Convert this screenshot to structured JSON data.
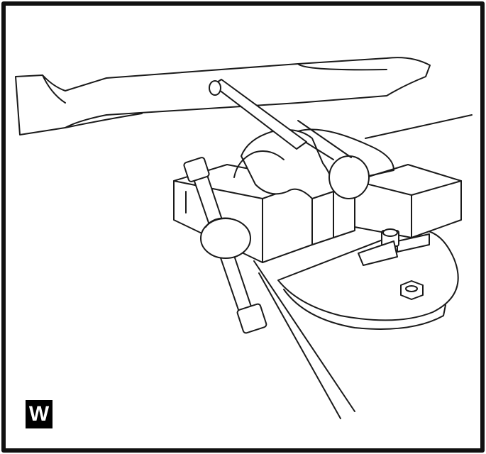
{
  "figure": {
    "label": "W",
    "colors": {
      "stroke": "#1a1a1a",
      "fill": "#ffffff",
      "frame": "#111111",
      "label_bg": "#000000",
      "label_text": "#ffffff"
    },
    "parts": [
      "mower-blade",
      "pipe-handle",
      "bench-vise",
      "vise-jaws",
      "vise-handle",
      "swivel-base",
      "mounting-bolt",
      "workbench"
    ]
  }
}
